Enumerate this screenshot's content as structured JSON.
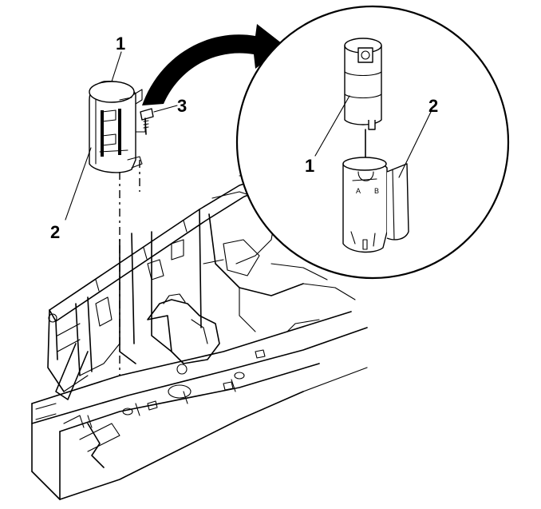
{
  "callouts": {
    "main_1": "1",
    "main_2": "2",
    "main_3": "3",
    "inset_1": "1",
    "inset_2": "2"
  },
  "connector_labels": {
    "pin_a": "A",
    "pin_b": "B"
  },
  "colors": {
    "line": "#000000",
    "background": "#ffffff"
  }
}
